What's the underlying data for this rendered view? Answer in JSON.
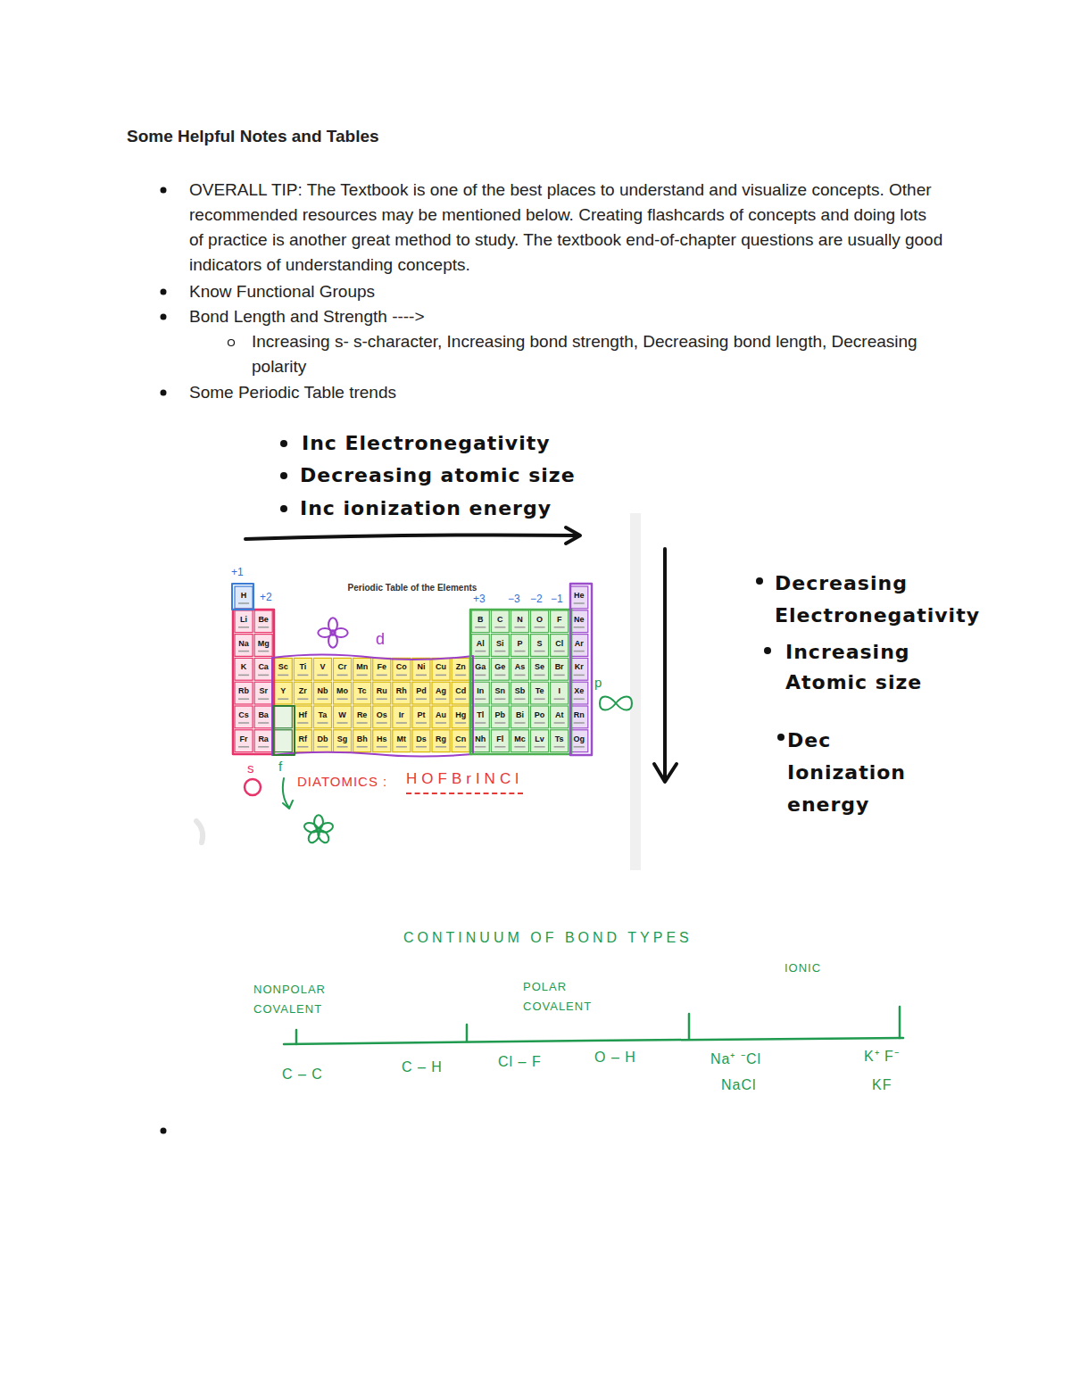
{
  "diagram": {
    "title": "Some Helpful Notes and Tables",
    "labels": [
      "OVERALL TIP: The Textbook is one of the best places to understand and visualize concepts. Other recommended resources may be mentioned below. Creating flashcards of concepts and doing lots of practice is another great method to study. The textbook end-of-chapter questions are usually good indicators of understanding concepts.",
      "Know Functional Groups",
      "Bond Length and Strength ---->",
      "Increasing s- s-character, Increasing bond strength, Decreasing bond length, Decreasing polarity",
      "Some Periodic Table trends",
      "Inc Electronegativity",
      "Decreasing atomic size",
      "Inc ionization energy",
      "Decreasing Electronegativity",
      "Increasing Atomic size",
      "Dec Ionization energy",
      "Periodic Table of the Elements",
      "+1",
      "+2",
      "+3",
      "−3",
      "−2",
      "−1",
      "d",
      "p",
      "s",
      "f",
      "DIATOMICS :",
      "HOFBrINCl",
      "CONTINUUM OF BOND TYPES",
      "NONPOLAR COVALENT",
      "POLAR COVALENT",
      "IONIC",
      "C – C",
      "C – H",
      "Cl – F",
      "O – H",
      "Na⁺ ⁻Cl",
      "NaCl",
      "K⁺ F⁻",
      "KF",
      "H",
      "He",
      "Li",
      "Be",
      "B",
      "C",
      "N",
      "O",
      "F",
      "Ne",
      "Na",
      "Mg",
      "Al",
      "Si",
      "P",
      "S",
      "Cl",
      "Ar",
      "K",
      "Ca",
      "Sc",
      "Ti",
      "V",
      "Cr",
      "Mn",
      "Fe",
      "Co",
      "Ni",
      "Cu",
      "Zn",
      "Ga",
      "Ge",
      "As",
      "Se",
      "Br",
      "Kr",
      "Rb",
      "Sr",
      "Y",
      "Zr",
      "Nb",
      "Mo",
      "Tc",
      "Ru",
      "Rh",
      "Pd",
      "Ag",
      "Cd",
      "In",
      "Sn",
      "Sb",
      "Te",
      "I",
      "Xe",
      "Cs",
      "Ba",
      "Hf",
      "Ta",
      "W",
      "Re",
      "Os",
      "Ir",
      "Pt",
      "Au",
      "Hg",
      "Tl",
      "Pb",
      "Bi",
      "Po",
      "At",
      "Rn",
      "Fr",
      "Ra",
      "Rf",
      "Db",
      "Sg",
      "Bh",
      "Hs",
      "Mt",
      "Ds",
      "Rg",
      "Cn",
      "Nh",
      "Fl",
      "Mc",
      "Lv",
      "Ts",
      "Og"
    ]
  }
}
